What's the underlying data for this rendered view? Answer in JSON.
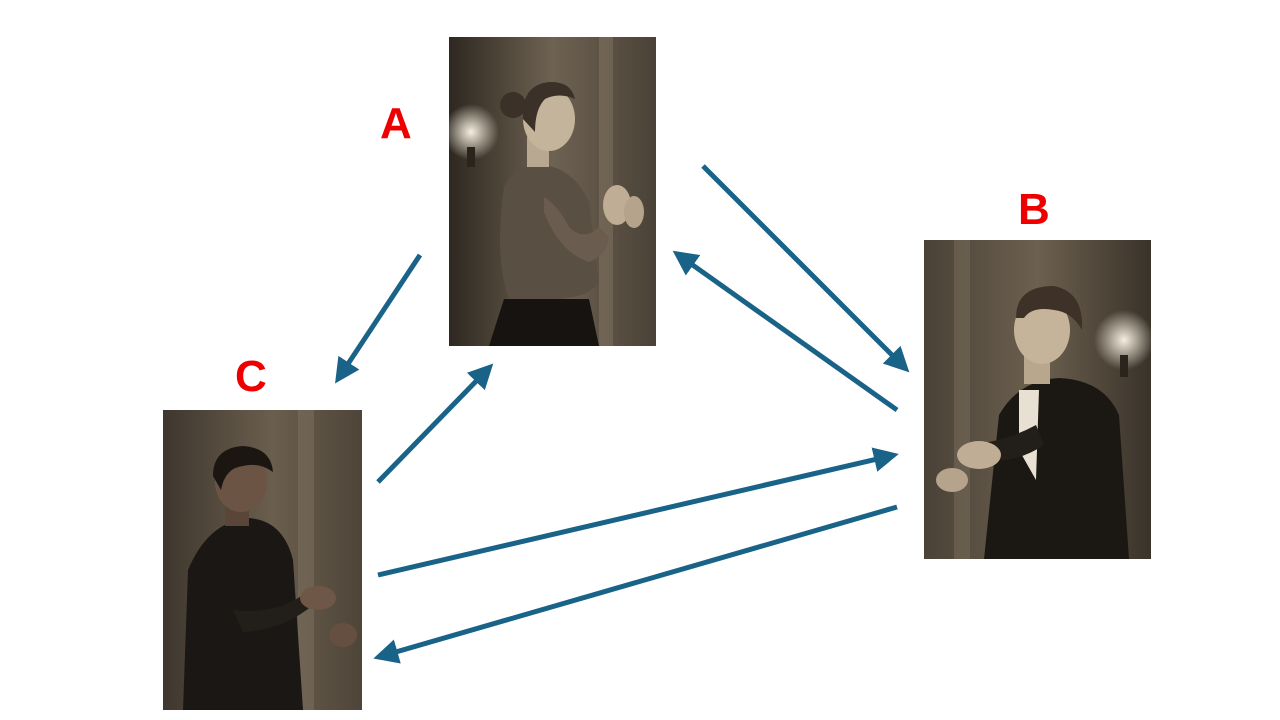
{
  "nodes": {
    "a": {
      "label": "A"
    },
    "b": {
      "label": "B"
    },
    "c": {
      "label": "C"
    }
  },
  "colors": {
    "label": "#ee0000",
    "arrow": "#1a6388",
    "background": "#ffffff",
    "photo_tone": "#6b5e4e"
  },
  "edges": [
    {
      "from": "A",
      "to": "C"
    },
    {
      "from": "C",
      "to": "A"
    },
    {
      "from": "A",
      "to": "B"
    },
    {
      "from": "B",
      "to": "A"
    },
    {
      "from": "C",
      "to": "B"
    },
    {
      "from": "B",
      "to": "C"
    }
  ]
}
